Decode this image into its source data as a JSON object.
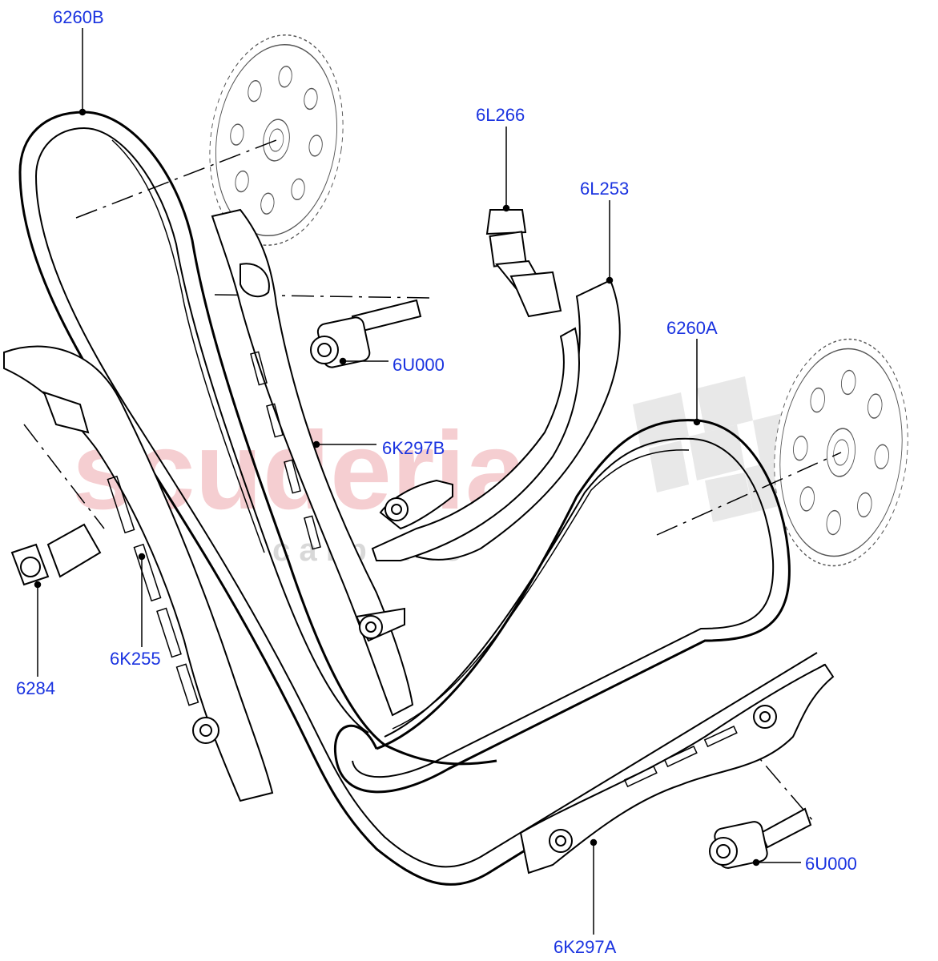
{
  "colors": {
    "ink": "#000000",
    "callout": "#1a33e0",
    "watermark_main": "#f4c6c9",
    "watermark_sub": "#d8d8d8",
    "checker": "#e6e6e6",
    "sprocket_fill": "#ffffff",
    "sprocket_stroke": "#555555"
  },
  "watermark": {
    "main": "scuderia",
    "sub": "c a r   p a r t s"
  },
  "callouts": [
    {
      "id": "c6260B",
      "text": "6260B"
    },
    {
      "id": "c6L266",
      "text": "6L266"
    },
    {
      "id": "c6L253",
      "text": "6L253"
    },
    {
      "id": "c6U000a",
      "text": "6U000"
    },
    {
      "id": "c6260A",
      "text": "6260A"
    },
    {
      "id": "c6K297B",
      "text": "6K297B"
    },
    {
      "id": "c6284",
      "text": "6284"
    },
    {
      "id": "c6K255",
      "text": "6K255"
    },
    {
      "id": "c6U000b",
      "text": "6U000"
    },
    {
      "id": "c6K297A",
      "text": "6K297A"
    }
  ]
}
